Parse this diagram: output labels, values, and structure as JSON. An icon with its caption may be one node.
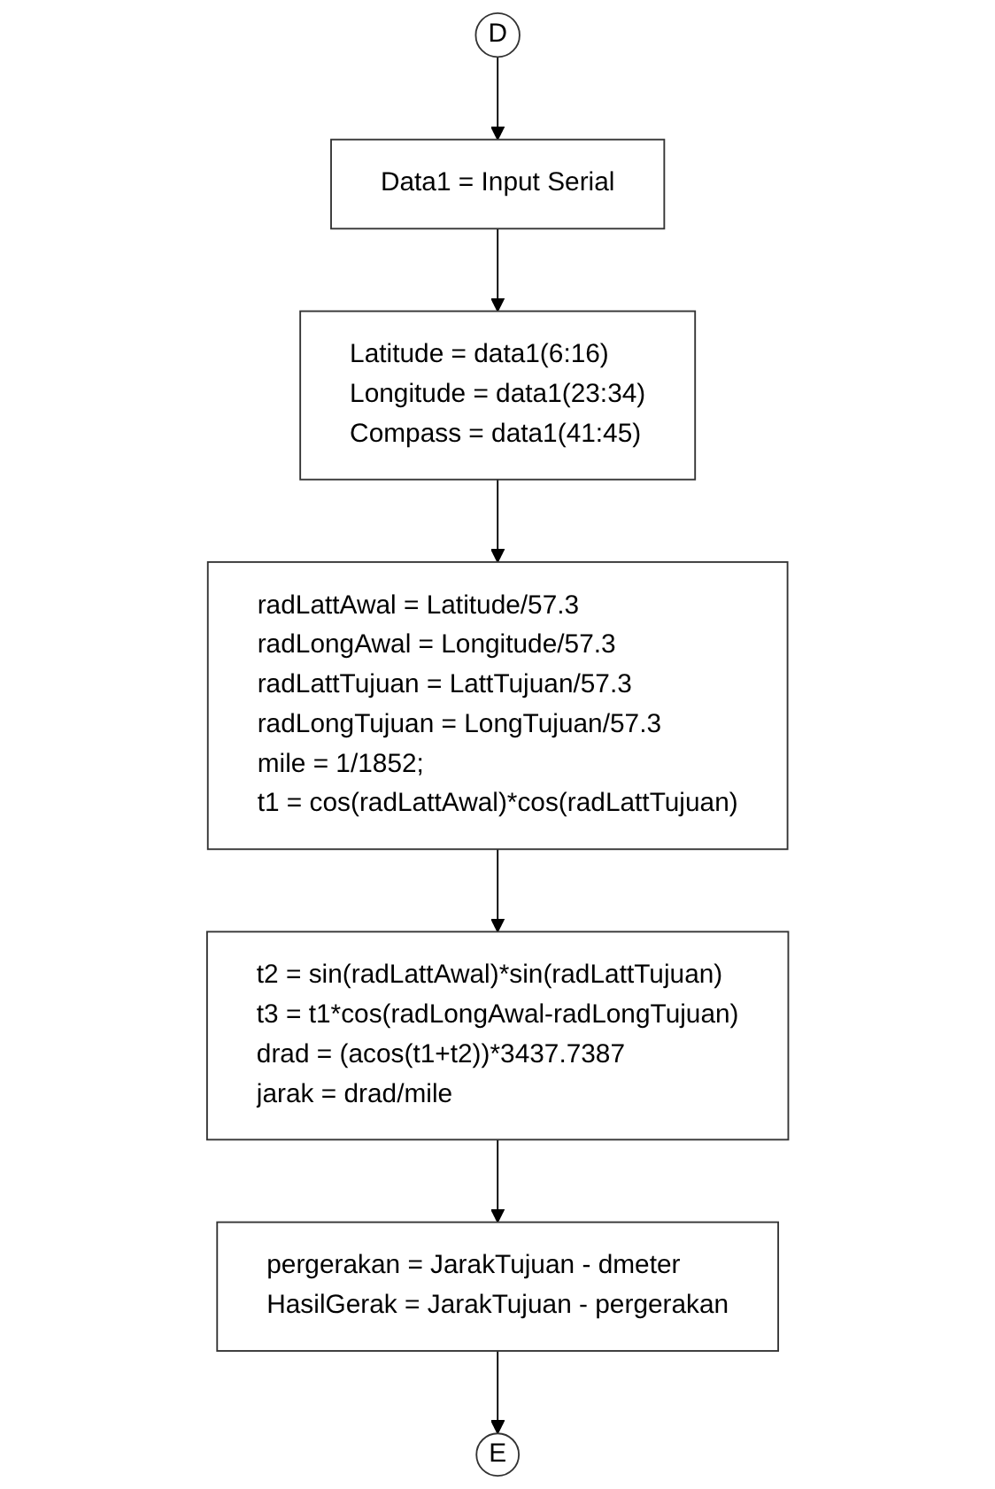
{
  "diagram": {
    "nodes": [
      {
        "text": [
          "D"
        ]
      },
      {
        "text": [
          "Data1 = Input Serial"
        ]
      },
      {
        "text": [
          "Latitude = data1(6:16)",
          "Longitude = data1(23:34)",
          "Compass = data1(41:45)"
        ]
      },
      {
        "text": [
          "radLattAwal = Latitude/57.3",
          "radLongAwal = Longitude/57.3",
          "radLattTujuan = LattTujuan/57.3",
          "radLongTujuan = LongTujuan/57.3",
          "mile = 1/1852;",
          "t1 = cos(radLattAwal)*cos(radLattTujuan)"
        ]
      },
      {
        "text": [
          "t2 = sin(radLattAwal)*sin(radLattTujuan)",
          "t3 = t1*cos(radLongAwal-radLongTujuan)",
          "drad = (acos(t1+t2))*3437.7387",
          "jarak = drad/mile"
        ]
      },
      {
        "text": [
          "pergerakan = JarakTujuan - dmeter",
          "HasilGerak = JarakTujuan - pergerakan"
        ]
      },
      {
        "text": [
          "E"
        ]
      }
    ],
    "edges": [
      {
        "from": 0,
        "to": 1,
        "arrow": "to"
      },
      {
        "from": 1,
        "to": 2,
        "arrow": "to"
      },
      {
        "from": 2,
        "to": 3,
        "arrow": "to"
      },
      {
        "from": 3,
        "to": 4,
        "arrow": "to"
      },
      {
        "from": 4,
        "to": 5,
        "arrow": "to"
      },
      {
        "from": 5,
        "to": 6,
        "arrow": "to"
      }
    ]
  }
}
